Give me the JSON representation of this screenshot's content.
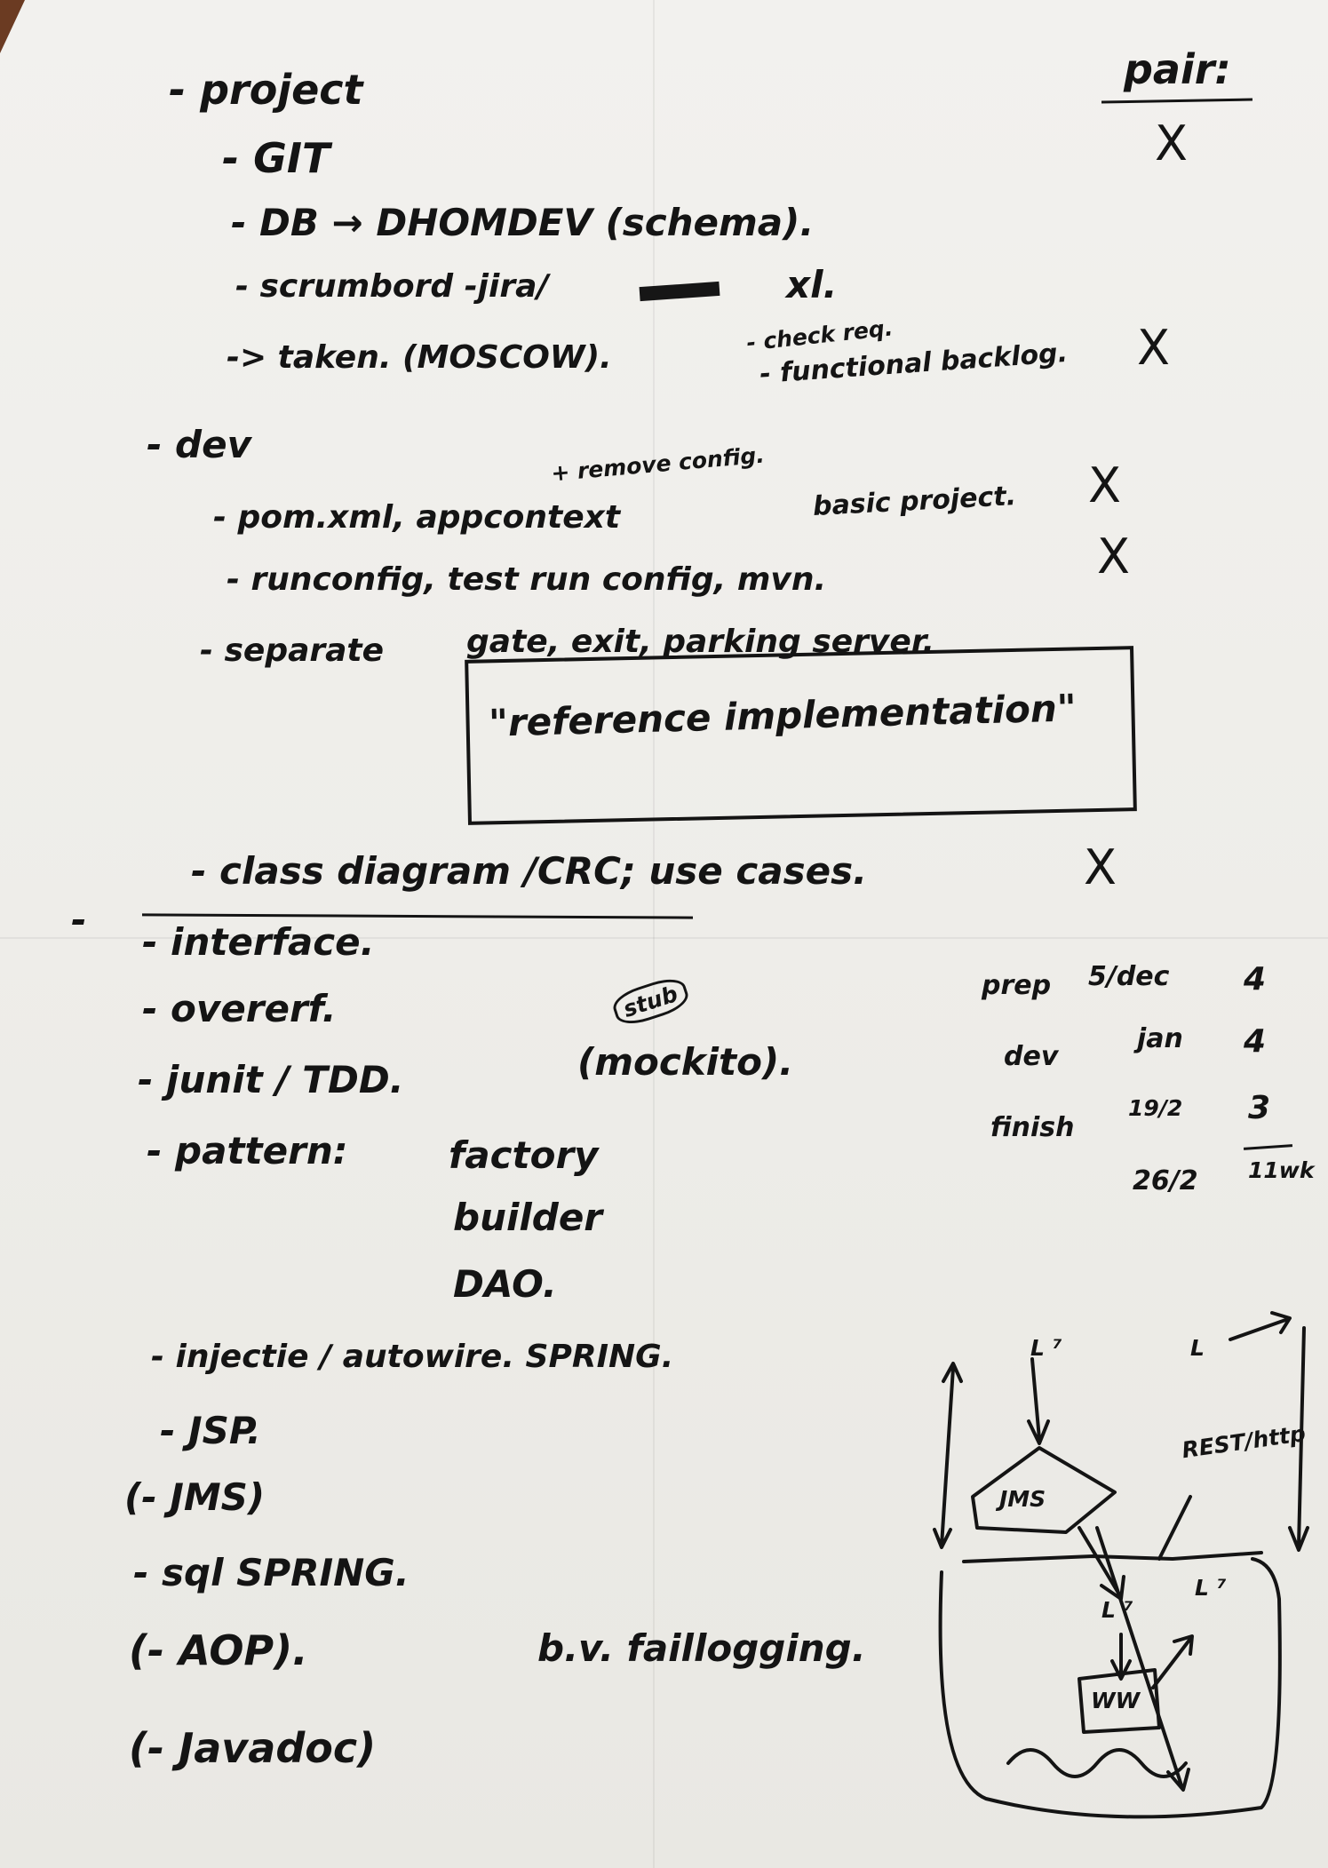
{
  "header": {
    "pair_label": "pair:",
    "pair_mark": "X"
  },
  "lines": {
    "project": "- project",
    "git": "- GIT",
    "db": "- DB → DHOMDEV (schema).",
    "scrumbord": "- scrumbord -jira/",
    "xl": "xl.",
    "taken": "-> taken. (MOSCOW).",
    "check_req": "- check req.",
    "functional_backlog": "- functional backlog.",
    "dev": "- dev",
    "remove_config": "+ remove config.",
    "pom": "- pom.xml, appcontext",
    "basic_project": "basic project.",
    "runconfig": "- runconfig, test run config, mvn.",
    "separate": "- separate",
    "separate_rest": "gate, exit, parking server.",
    "reference": "\"reference implementation\"",
    "class_diagram": "- class diagram /CRC; use cases.",
    "dash": "-",
    "interface": "- interface.",
    "overerf": "- overerf.",
    "junit": "- junit / TDD.",
    "stub": "stub",
    "mockito": "(mockito).",
    "pattern": "- pattern:",
    "factory": "factory",
    "builder": "builder",
    "dao": "DAO.",
    "injectie": "- injectie / autowire. SPRING.",
    "jsp": "- JSP.",
    "jms": "(- JMS)",
    "sql": "- sql SPRING.",
    "aop": "(- AOP).",
    "bv": "b.v. faillogging.",
    "javadoc": "(- Javadoc)"
  },
  "marks": [
    "X",
    "X",
    "X",
    "X",
    "X"
  ],
  "schedule": {
    "rows": [
      {
        "label": "prep",
        "date": "5/dec",
        "weeks": "4"
      },
      {
        "label": "dev",
        "date": "jan",
        "weeks": "4"
      },
      {
        "label": "finish",
        "date": "19/2",
        "weeks": "3"
      }
    ],
    "end_date": "26/2",
    "total": "11wk"
  },
  "diagram": {
    "queue_label": "JMS",
    "rest_label": "REST/http",
    "inner_label": "WW"
  }
}
